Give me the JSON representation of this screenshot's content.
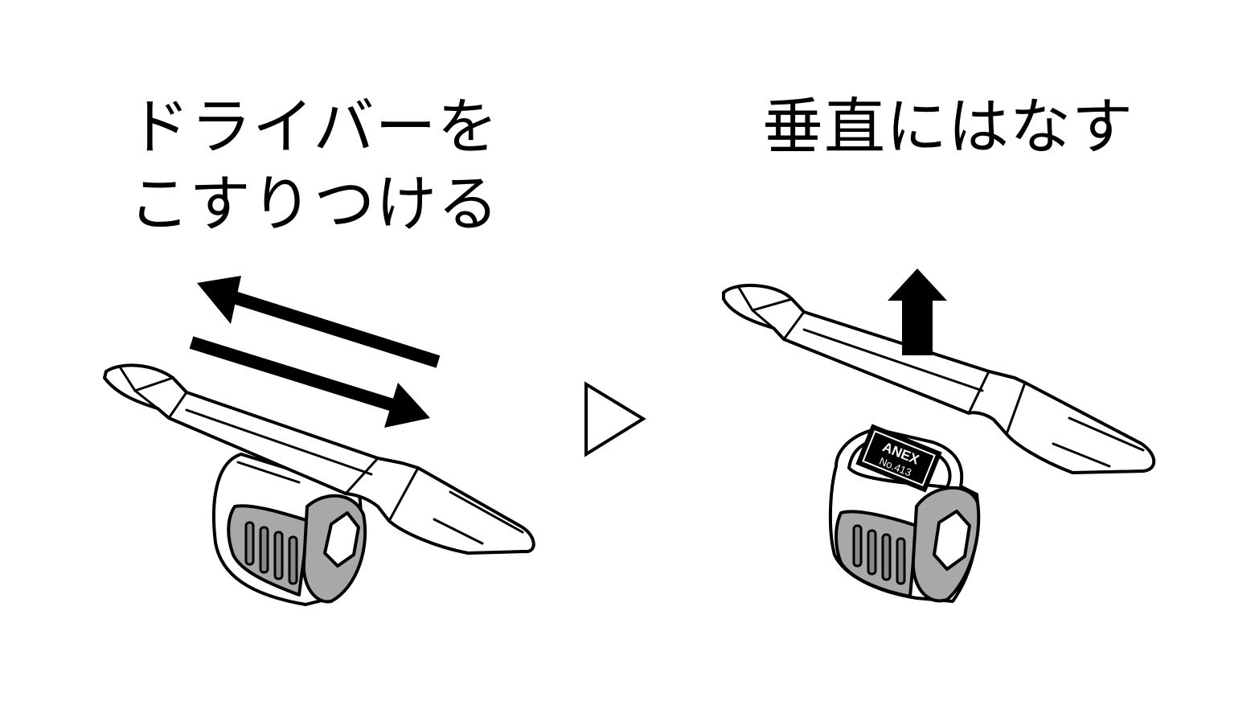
{
  "step1": {
    "caption_line1": "ドライバーを",
    "caption_line2": "こすりつける"
  },
  "step2": {
    "caption": "垂直にはなす"
  },
  "product": {
    "brand": "ANEX",
    "model": "No.413"
  },
  "colors": {
    "ink": "#000000",
    "paper": "#ffffff",
    "grip": "#a8a8a8"
  },
  "icons": {
    "next": "play-triangle-outline",
    "rub": "double-headed-motion-arrows",
    "lift": "up-arrow"
  }
}
